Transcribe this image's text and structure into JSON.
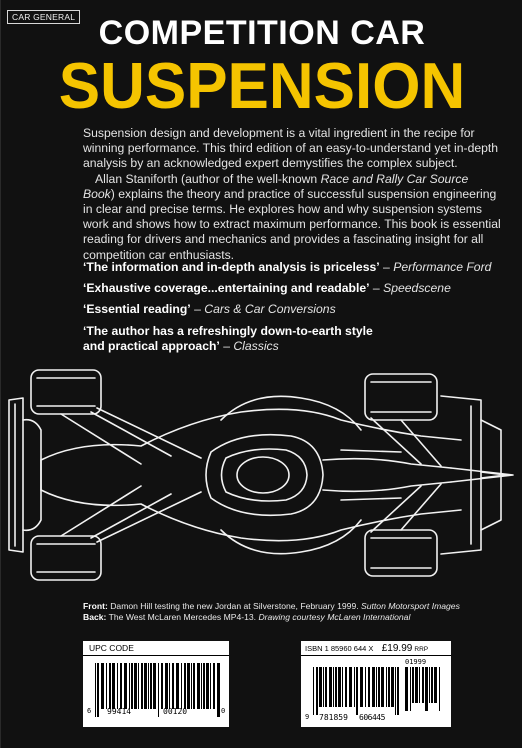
{
  "category": "CAR GENERAL",
  "title": {
    "line1": "COMPETITION CAR",
    "line2": "SUSPENSION"
  },
  "blurb": {
    "p1": "Suspension design and development is a vital ingredient in the recipe for winning performance. This third edition of an easy-to-understand yet in-depth analysis by an acknowledged expert demystifies the complex subject.",
    "p2_a": "Allan Staniforth (author of the well-known ",
    "p2_book": "Race and Rally Car Source Book",
    "p2_b": ") explains the theory and practice of successful suspension engineering in clear and precise terms. He explores how and why suspension systems work and shows how to extract maximum performance. This book is essential reading for drivers and mechanics and provides a fascinating insight for all competition car enthusiasts."
  },
  "quotes": [
    {
      "text": "‘The information and in-depth analysis is priceless’",
      "sep": " – ",
      "source": "Performance Ford"
    },
    {
      "text": "‘Exhaustive coverage...entertaining and readable’",
      "sep": " – ",
      "source": "Speedscene"
    },
    {
      "text": "‘Essential reading’",
      "sep": " – ",
      "source": "Cars & Car Conversions"
    },
    {
      "text": "‘The author has a refreshingly down-to-earth style and practical approach’",
      "sep": " – ",
      "source": "Classics"
    }
  ],
  "credits": {
    "front_label": "Front:",
    "front_text": " Damon Hill testing the new Jordan at Silverstone, February 1999. ",
    "front_source": "Sutton Motorsport Images",
    "back_label": "Back:",
    "back_text": " The West McLaren Mercedes MP4-13. ",
    "back_source": "Drawing courtesy McLaren International"
  },
  "upc": {
    "label": "UPC CODE",
    "d_left": "6",
    "d_mid1": "99414",
    "d_mid2": "00120",
    "d_right": "0"
  },
  "isbn": {
    "label": "ISBN 1 85960 644 X",
    "price": "£19.99",
    "rrp": "RRP",
    "addon": "01999",
    "d_left": "9",
    "d_mid1": "781859",
    "d_mid2": "606445"
  },
  "colors": {
    "background": "#111111",
    "title_white": "#ffffff",
    "title_yellow": "#f5c400",
    "text": "#e4e4e4"
  }
}
